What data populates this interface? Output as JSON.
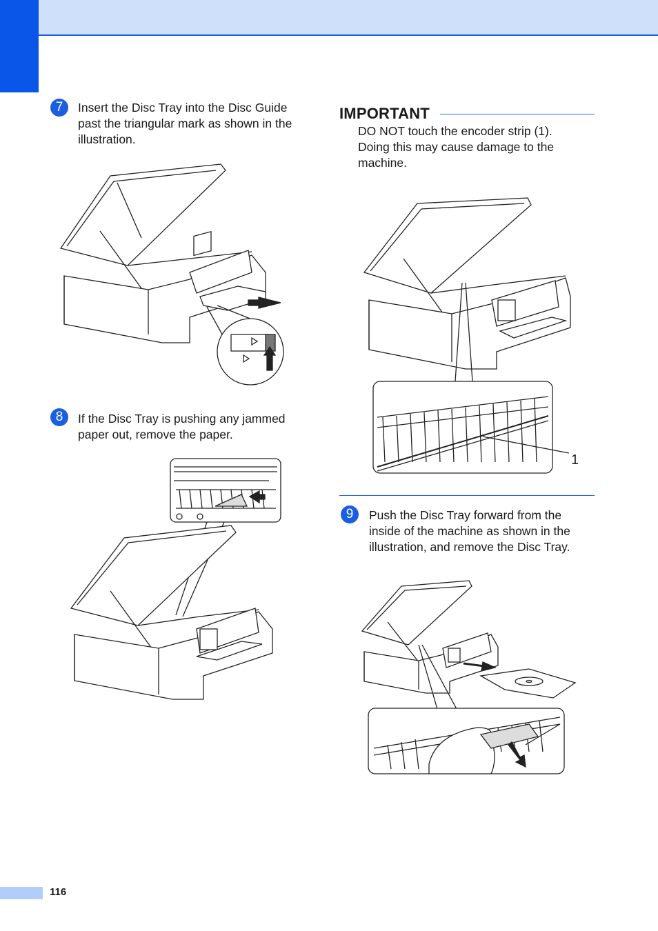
{
  "steps": [
    {
      "num": "7",
      "text": "Insert the Disc Tray into the Disc Guide past the triangular mark as shown in the illustration."
    },
    {
      "num": "8",
      "text": "If the Disc Tray is pushing any jammed paper out, remove the paper."
    },
    {
      "num": "9",
      "text": "Push the Disc Tray forward from the inside of the machine as shown in the illustration, and remove the Disc Tray."
    }
  ],
  "important": {
    "title": "IMPORTANT",
    "text": "DO NOT touch the encoder strip (1). Doing this may cause damage to the machine.",
    "callout_label": "1"
  },
  "footer": {
    "page_number": "116"
  },
  "colors": {
    "accent": "#0a56e8",
    "header_band": "#cfe0fb",
    "rule": "#2a6de0"
  }
}
